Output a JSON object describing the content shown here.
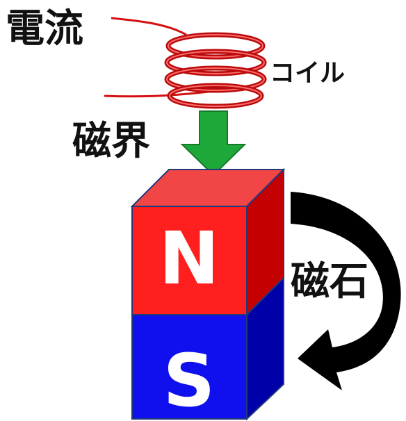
{
  "labels": {
    "current": "電流",
    "coil": "コイル",
    "magnetic_field": "磁界",
    "magnet": "磁石"
  },
  "magnet": {
    "north_label": "N",
    "south_label": "S",
    "north_color": "#ff1f1f",
    "north_top_color": "#f24545",
    "north_side_color": "#c40000",
    "south_color": "#1010ee",
    "south_side_color": "#0000a8",
    "edge_color": "#223a7a"
  },
  "coil": {
    "wire_color": "#d41010",
    "wire_highlight": "#ff6a6a"
  },
  "field_arrow": {
    "color": "#1fa83a"
  },
  "rotation_arrow": {
    "color": "#000000"
  },
  "icons": {
    "field_arrow": "down-arrow-icon",
    "rotation_arrow": "curved-arrow-icon"
  }
}
